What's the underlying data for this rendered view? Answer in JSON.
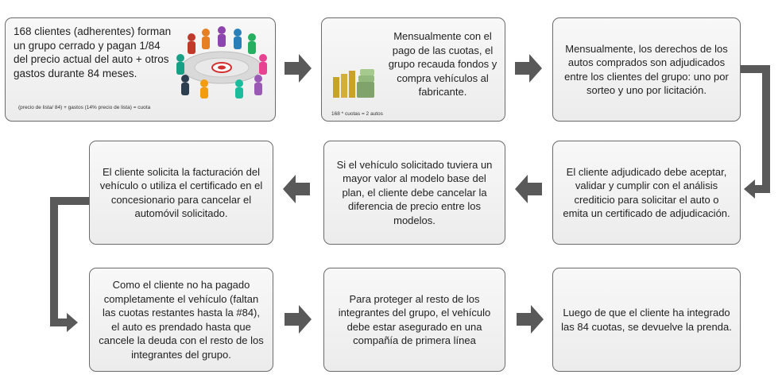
{
  "boxes": {
    "b1": {
      "text": "168 clientes (adherentes) forman un grupo cerrado y pagan 1/84 del precio actual del auto + otros gastos durante 84 meses.",
      "formula": "(precio de lista/ 84) + gastos (14% precio de lista) = cuota"
    },
    "b2": {
      "text": "Mensualmente con el pago de las cuotas, el grupo recauda fondos y compra vehículos al fabricante.",
      "formula": "168 * cuotas = 2 autos"
    },
    "b3": {
      "text": "Mensualmente, los derechos de los autos comprados son adjudicados entre los clientes del grupo: uno por sorteo y uno por licitación."
    },
    "b4": {
      "text": "El cliente solicita la facturación del vehículo o utiliza el certificado en el concesionario para cancelar el automóvil solicitado."
    },
    "b5": {
      "text": "Si el vehículo solicitado tuviera un mayor valor al modelo base del plan, el cliente debe cancelar la diferencia de precio entre los modelos."
    },
    "b6": {
      "text": "El cliente adjudicado debe aceptar, validar y cumplir con el análisis crediticio para solicitar el auto o emita un  certificado de adjudicación."
    },
    "b7": {
      "text": "Como el cliente no ha pagado completamente el vehículo (faltan las cuotas restantes hasta la #84), el auto es prendado hasta que cancele la deuda con el resto de los integrantes del grupo."
    },
    "b8": {
      "text": "Para proteger al resto de los integrantes del grupo, el vehículo debe estar asegurado en una compañía de primera línea"
    },
    "b9": {
      "text": "Luego de que el cliente ha integrado las 84 cuotas, se devuelve la prenda."
    }
  },
  "colors": {
    "arrow": "#595959",
    "border": "#6b6b6b",
    "box_fill": "#f2f2f2"
  }
}
